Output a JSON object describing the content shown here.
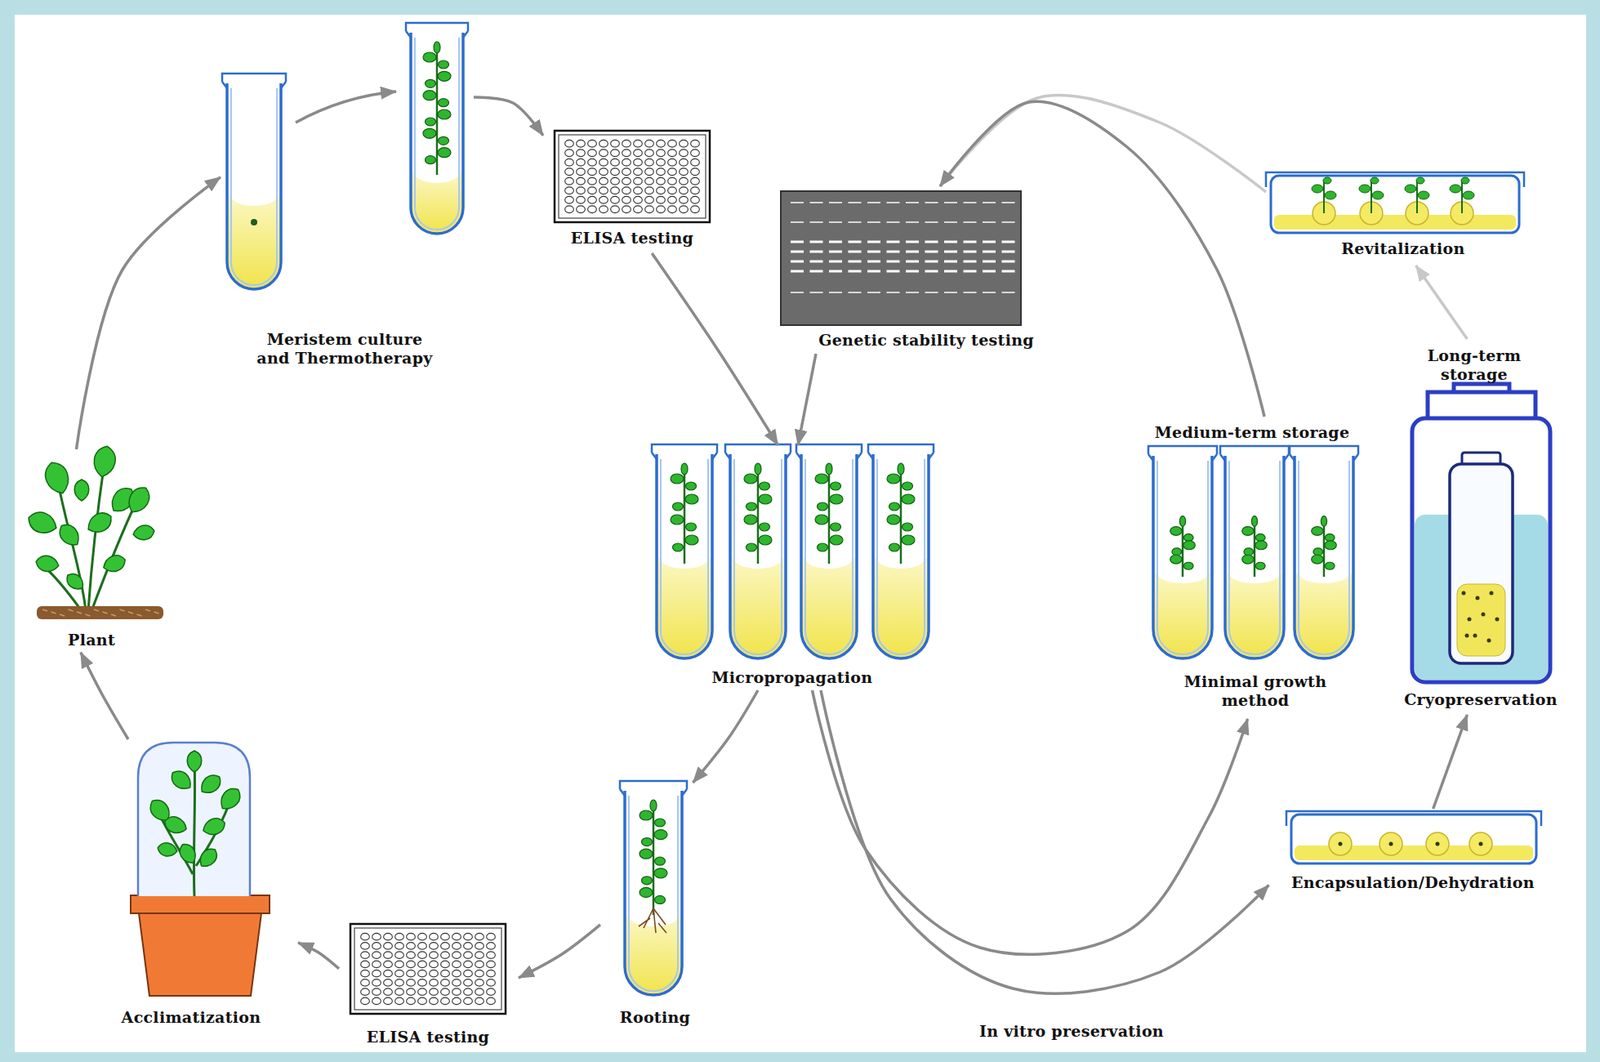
{
  "diagram": {
    "nodes": [
      {
        "text": [
          "Plant"
        ]
      },
      {
        "text": [
          "Meristem culture and Thermotherapy"
        ]
      },
      {
        "text": [
          "ELISA testing"
        ]
      },
      {
        "text": [
          "Genetic stability testing"
        ]
      },
      {
        "text": [
          "Micropropagation"
        ]
      },
      {
        "text": [
          "Rooting"
        ]
      },
      {
        "text": [
          "ELISA testing"
        ]
      },
      {
        "text": [
          "Acclimatization"
        ]
      },
      {
        "text": [
          "Medium-term storage",
          "Minimal growth method"
        ]
      },
      {
        "text": [
          "Long-term storage",
          "Cryopreservation"
        ]
      },
      {
        "text": [
          "Revitalization"
        ]
      },
      {
        "text": [
          "Encapsulation/Dehydration"
        ]
      }
    ],
    "edges": [
      {
        "from": 0,
        "to": 1,
        "arrow": "to"
      },
      {
        "from": 1,
        "to": 2,
        "arrow": "to"
      },
      {
        "from": 2,
        "to": 4,
        "arrow": "to"
      },
      {
        "from": 3,
        "to": 4,
        "arrow": "to"
      },
      {
        "from": 4,
        "to": 5,
        "arrow": "to"
      },
      {
        "from": 5,
        "to": 6,
        "arrow": "to"
      },
      {
        "from": 6,
        "to": 7,
        "arrow": "to"
      },
      {
        "from": 7,
        "to": 0,
        "arrow": "to"
      },
      {
        "from": 4,
        "to": 8,
        "arrow": "to"
      },
      {
        "from": 4,
        "to": 11,
        "arrow": "to"
      },
      {
        "from": 11,
        "to": 9,
        "arrow": "to"
      },
      {
        "from": 9,
        "to": 10,
        "arrow": "to"
      },
      {
        "from": 10,
        "to": 3,
        "arrow": "to"
      },
      {
        "from": 8,
        "to": 3,
        "arrow": "to"
      }
    ],
    "labels": [
      "In vitro preservation"
    ]
  }
}
